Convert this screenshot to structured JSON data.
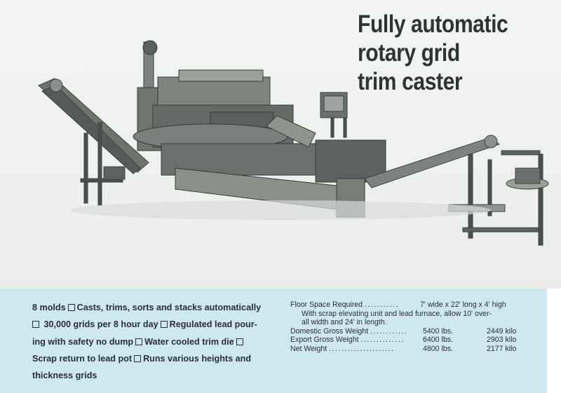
{
  "headline": {
    "line1": "Fully automatic",
    "line2": "rotary grid",
    "line3": "trim caster"
  },
  "photo": {
    "subject": "grid trim caster machine"
  },
  "features": {
    "lines": [
      {
        "pre": "8 molds",
        "post": "Casts, trims, sorts and stacks automatically"
      },
      {
        "pre": "",
        "post": "30,000 grids per 8 hour day",
        "post2": "Regulated lead pour-"
      },
      {
        "pre": "ing with safety no dump",
        "post": "Water cooled trim die",
        "post2": ""
      },
      {
        "pre": "Scrap return to lead pot",
        "post": "Runs various heights and"
      },
      {
        "pre": "thickness grids"
      }
    ]
  },
  "specs": {
    "floor_space_label": "Floor Space Required",
    "floor_space_value": "7' wide x 22' long x 4' high",
    "floor_space_note1": "With scrap elevating unit and lead furnace, allow 10' over-",
    "floor_space_note2": "all width and 24' in length.",
    "rows": [
      {
        "label": "Domestic Gross Weight",
        "lbs": "5400 lbs.",
        "kilo": "2449 kilo"
      },
      {
        "label": "Export Gross Weight",
        "lbs": "6400 lbs.",
        "kilo": "2903 kilo"
      },
      {
        "label": "Net Weight",
        "lbs": "4800 lbs.",
        "kilo": "2177 kilo"
      }
    ]
  },
  "colors": {
    "panel": "#cde9ef",
    "ink": "#2a2f33",
    "machine": "#6f7670"
  }
}
